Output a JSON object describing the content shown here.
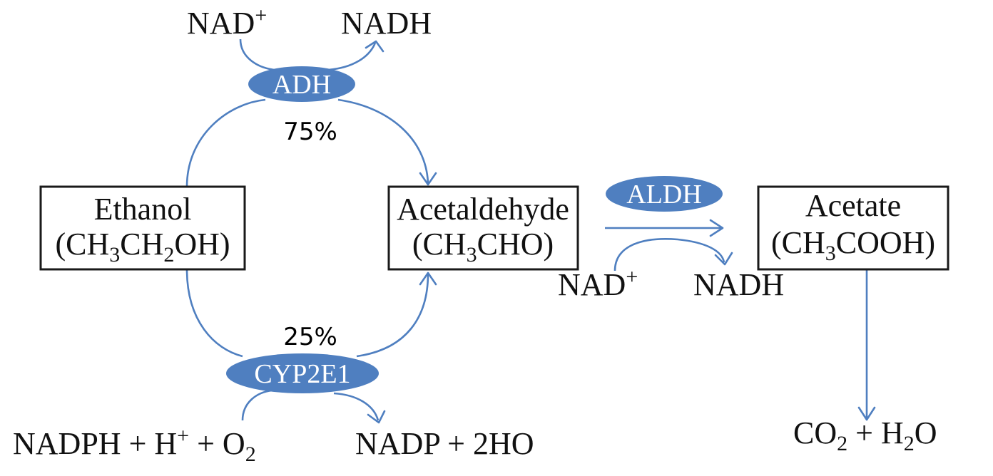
{
  "colors": {
    "enzyme_fill": "#4f7fc0",
    "arrow": "#4f7fc0",
    "box_border": "#1a1a1a",
    "text": "#111111"
  },
  "compounds": {
    "ethanol": {
      "name": "Ethanol",
      "formula": [
        "(CH",
        "3",
        "CH",
        "2",
        "OH)"
      ]
    },
    "acetaldehyde": {
      "name": "Acetaldehyde",
      "formula": [
        "(CH",
        "3",
        "CHO)"
      ]
    },
    "acetate": {
      "name": "Acetate",
      "formula": [
        "(CH",
        "3",
        "COOH)"
      ]
    }
  },
  "enzymes": {
    "adh": "ADH",
    "cyp": "CYP2E1",
    "aldh": "ALDH"
  },
  "percentages": {
    "adh_path": "75%",
    "cyp_path": "25%"
  },
  "cofactors": {
    "adh_in": [
      "NAD",
      "+"
    ],
    "adh_out": "NADH",
    "aldh_in": [
      "NAD",
      "+"
    ],
    "aldh_out": "NADH",
    "cyp_in": [
      "NADPH + H",
      "+",
      " + O",
      "2"
    ],
    "cyp_out": "NADP + 2HO"
  },
  "products": {
    "final": [
      "CO",
      "2",
      " + H",
      "2",
      "O"
    ]
  }
}
